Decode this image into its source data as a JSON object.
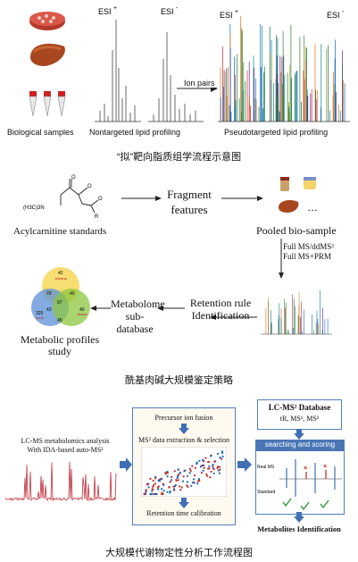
{
  "panel1": {
    "esi_pos": "ESI",
    "esi_neg": "ESI",
    "ion_pairs": "Ion pairs",
    "label_samples": "Biological samples",
    "label_nontargeted": "Nontargeted lipid profiling",
    "label_pseudotargeted": "Pseudotargeted lipid profiling",
    "caption": "“拟”靶向脂质组学流程示意图"
  },
  "panel2": {
    "acylcarnitine": "Acylcarnitine standards",
    "formula": "(H3C)3N",
    "fragment": "Fragment",
    "features": "features",
    "pooled": "Pooled bio-sample",
    "ellipsis": "…",
    "ms1": "Full MS/ddMS²",
    "ms2": "Full MS+PRM",
    "retention_rule": "Retention rule",
    "identification": "Identification",
    "metabolome": "Metabolome",
    "subdb": "sub-database",
    "profiles": "Metabolic profiles",
    "study": "study",
    "venn": {
      "plasma_count": "42",
      "plasma": "plasma",
      "urine_count": "325",
      "urine": "urine",
      "tissue_count": "40",
      "tissue": "tissue",
      "n1": "76",
      "n2": "40",
      "n3": "97",
      "n4": "45",
      "n5": "43"
    },
    "caption": "酰基肉碱大规模鉴定策略"
  },
  "panel3": {
    "lc_ms": "LC-MS metabolomics analysis",
    "ida": "With IDA-based auto-MS²",
    "precursor": "Precursor ion fusion",
    "ms2_extract": "MS² data extraction & selection",
    "rt_calib": "Retention time calibration",
    "db_title": "LC-MS² Database",
    "db_sub": "tR, MS¹, MS²",
    "search": "searching and scoring",
    "real_ms": "Real MS",
    "standard": "Standard",
    "identification": "Metabolites Identification",
    "caption": "大规模代谢物定性分析工作流程图"
  },
  "colors": {
    "panel_border": "#4f7fb8",
    "arrow_blue": "#3f6fb4",
    "venn_yellow": "#f7d75a",
    "venn_green": "#8cc63f",
    "venn_blue": "#5b8fd6"
  }
}
